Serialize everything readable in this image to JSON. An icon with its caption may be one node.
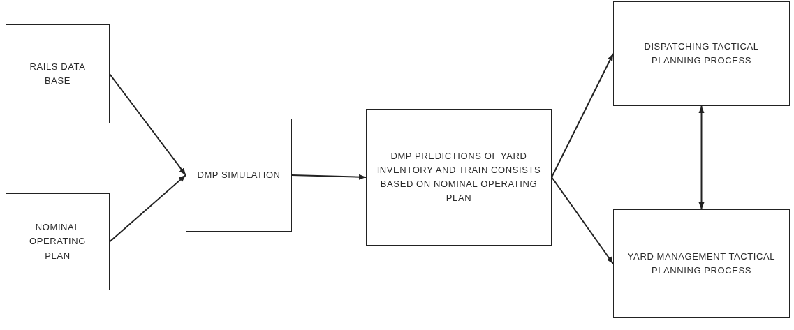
{
  "diagram": {
    "nodes": [
      {
        "text": [
          "RAILS DATA BASE"
        ]
      },
      {
        "text": [
          "NOMINAL OPERATING PLAN"
        ]
      },
      {
        "text": [
          "DMP SIMULATION"
        ]
      },
      {
        "text": [
          "DMP PREDICTIONS OF YARD INVENTORY AND TRAIN CONSISTS BASED ON NOMINAL OPERATING PLAN"
        ]
      },
      {
        "text": [
          "DISPATCHING TACTICAL PLANNING PROCESS"
        ]
      },
      {
        "text": [
          "YARD MANAGEMENT TACTICAL PLANNING PROCESS"
        ]
      }
    ],
    "edges": [
      {
        "from": 0,
        "to": 2,
        "arrow": "to"
      },
      {
        "from": 1,
        "to": 2,
        "arrow": "to"
      },
      {
        "from": 2,
        "to": 3,
        "arrow": "to"
      },
      {
        "from": 3,
        "to": 4,
        "arrow": "to"
      },
      {
        "from": 3,
        "to": 5,
        "arrow": "to"
      },
      {
        "from": 4,
        "to": 5,
        "arrow": "both"
      }
    ]
  }
}
